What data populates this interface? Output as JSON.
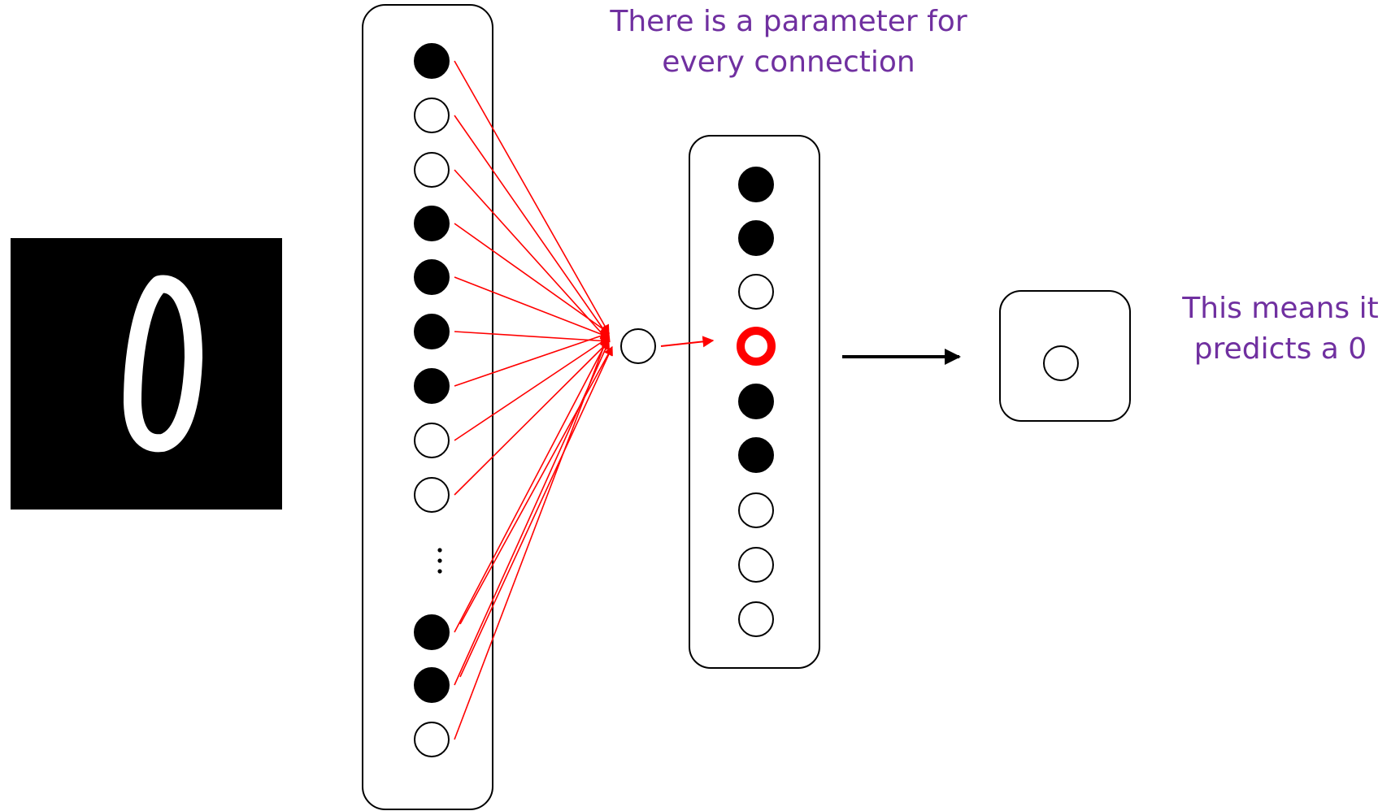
{
  "annotations": {
    "top_line1": "There is a parameter for",
    "top_line2": "every connection",
    "right_line1": "This means it",
    "right_line2": "predicts a 0"
  },
  "digit_image": {
    "digit": "0"
  },
  "input_layer": {
    "nodes": [
      {
        "state": "filled"
      },
      {
        "state": "empty"
      },
      {
        "state": "empty"
      },
      {
        "state": "filled"
      },
      {
        "state": "filled"
      },
      {
        "state": "filled"
      },
      {
        "state": "filled"
      },
      {
        "state": "empty"
      },
      {
        "state": "empty"
      },
      {
        "state": "ellipsis"
      },
      {
        "state": "filled"
      },
      {
        "state": "filled"
      },
      {
        "state": "empty"
      }
    ]
  },
  "hidden_layer": {
    "nodes": [
      {
        "state": "filled"
      },
      {
        "state": "filled"
      },
      {
        "state": "empty"
      },
      {
        "state": "highlighted"
      },
      {
        "state": "filled"
      },
      {
        "state": "filled"
      },
      {
        "state": "empty"
      },
      {
        "state": "empty"
      },
      {
        "state": "empty"
      }
    ]
  },
  "output_layer": {
    "nodes": [
      {
        "state": "empty"
      }
    ]
  },
  "colors": {
    "annotation_text": "#7030a0",
    "connection": "#ff0000",
    "highlight": "#ff0000",
    "node_filled": "#000000",
    "node_stroke": "#000000",
    "digit_background": "#000000",
    "digit_stroke": "#ffffff"
  }
}
